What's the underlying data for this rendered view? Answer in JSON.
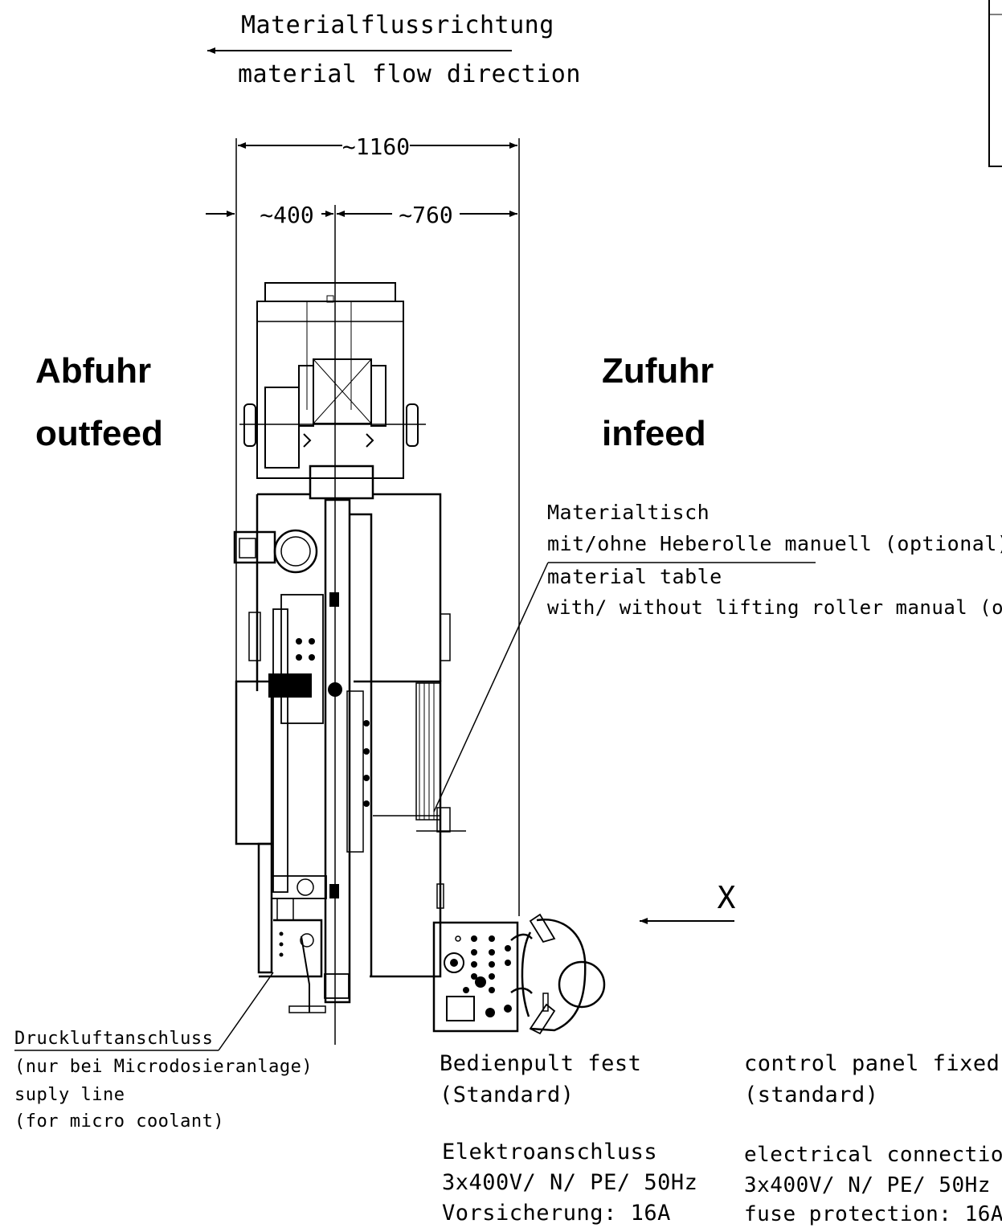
{
  "flow": {
    "de": "Materialflussrichtung",
    "en": "material flow direction"
  },
  "dimensions": {
    "overall": "~1160",
    "left": "~400",
    "right": "~760"
  },
  "sides": {
    "outfeed_de": "Abfuhr",
    "outfeed_en": "outfeed",
    "infeed_de": "Zufuhr",
    "infeed_en": "infeed"
  },
  "material_table": {
    "line1": "Materialtisch",
    "line2": "mit/ohne Heberolle manuell (optional)",
    "line3": "material table",
    "line4": "with/ without lifting roller manual (option)"
  },
  "view_marker": "X",
  "compressed_air": {
    "line1": "Druckluftanschluss",
    "line2": "(nur bei Microdosieranlage)",
    "line3": "suply line",
    "line4": "(for micro coolant)"
  },
  "control_panel": {
    "de_line1": "Bedienpult fest",
    "de_line2": "(Standard)",
    "en_line1": "control panel fixed",
    "en_line2": "(standard)"
  },
  "electrical": {
    "de_line1": "Elektroanschluss",
    "de_line2": "3x400V/ N/ PE/ 50Hz",
    "de_line3": "Vorsicherung: 16A",
    "en_line1": "electrical connection:",
    "en_line2": "3x400V/ N/ PE/ 50Hz",
    "en_line3": "fuse protection:   16A"
  }
}
